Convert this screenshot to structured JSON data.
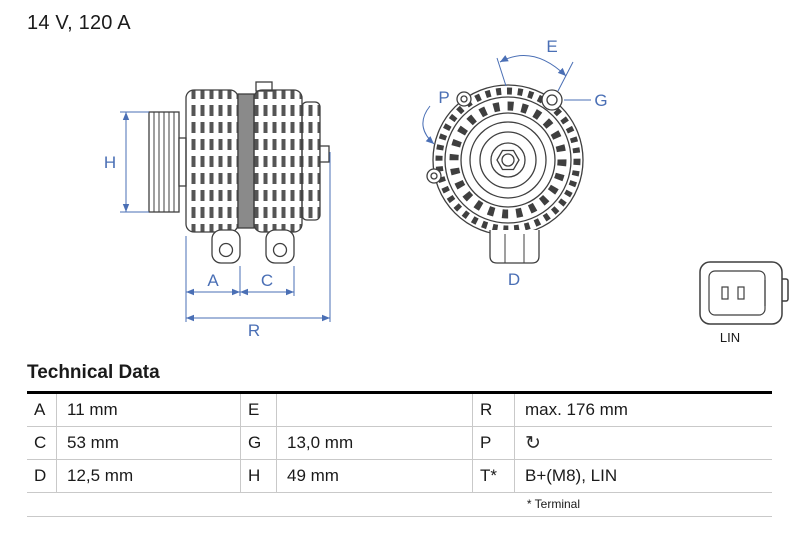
{
  "header": {
    "rating": "14 V, 120 A"
  },
  "drawing": {
    "labels": {
      "H": "H",
      "A": "A",
      "C": "C",
      "R": "R",
      "E": "E",
      "P": "P",
      "G": "G",
      "D": "D"
    },
    "connector_label": "LIN",
    "colors": {
      "dimension": "#4a6fb5",
      "line": "#3f3f3f"
    }
  },
  "icons": {
    "rotation_cw_icon": "↻"
  },
  "table": {
    "title": "Technical Data",
    "rows": [
      {
        "l1": "A",
        "v1": "11 mm",
        "l2": "E",
        "v2": "",
        "l3": "R",
        "v3": "max. 176 mm"
      },
      {
        "l1": "C",
        "v1": "53 mm",
        "l2": "G",
        "v2": "13,0 mm",
        "l3": "P",
        "v3": ""
      },
      {
        "l1": "D",
        "v1": "12,5 mm",
        "l2": "H",
        "v2": "49 mm",
        "l3": "T*",
        "v3": "B+(M8), LIN"
      }
    ],
    "footnote": "* Terminal"
  }
}
